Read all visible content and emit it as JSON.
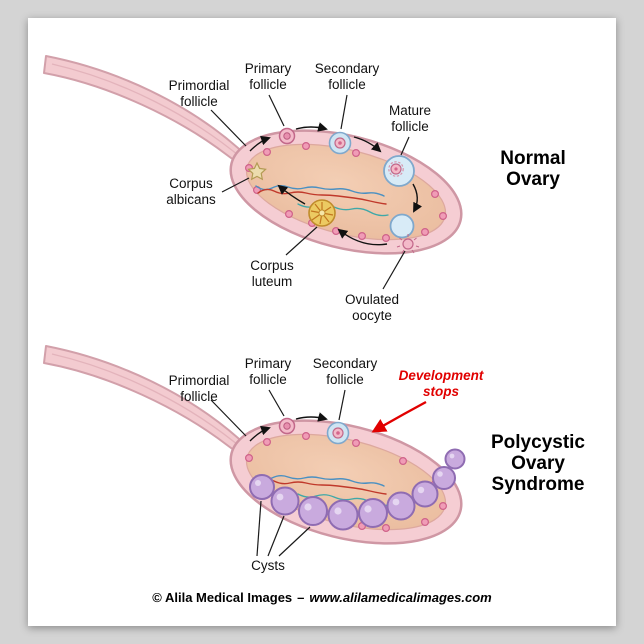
{
  "sections": {
    "normal": {
      "title": "Normal Ovary",
      "labels": {
        "primordial": "Primordial\nfollicle",
        "primary": "Primary\nfollicle",
        "secondary": "Secondary\nfollicle",
        "mature": "Mature\nfollicle",
        "corpus_albicans": "Corpus\nalbicans",
        "corpus_luteum": "Corpus\nluteum",
        "ovulated": "Ovulated\noocyte"
      }
    },
    "pcos": {
      "title": "Polycystic Ovary\nSyndrome",
      "labels": {
        "primordial": "Primordial\nfollicle",
        "primary": "Primary\nfollicle",
        "secondary": "Secondary\nfollicle",
        "development_stops": "Development\nstops",
        "cysts": "Cysts"
      }
    }
  },
  "footer": {
    "copyright": "© Alila Medical Images",
    "separator": "–",
    "website": "www.alilamedicalimages.com"
  },
  "colors": {
    "ovary_rim_pink": "#f5cdd3",
    "ovary_inner_tan": "#eec3a7",
    "cyst_purple": "#c9aade",
    "corpus_luteum_yellow": "#ecca62",
    "development_stops_red": "#e10000"
  }
}
